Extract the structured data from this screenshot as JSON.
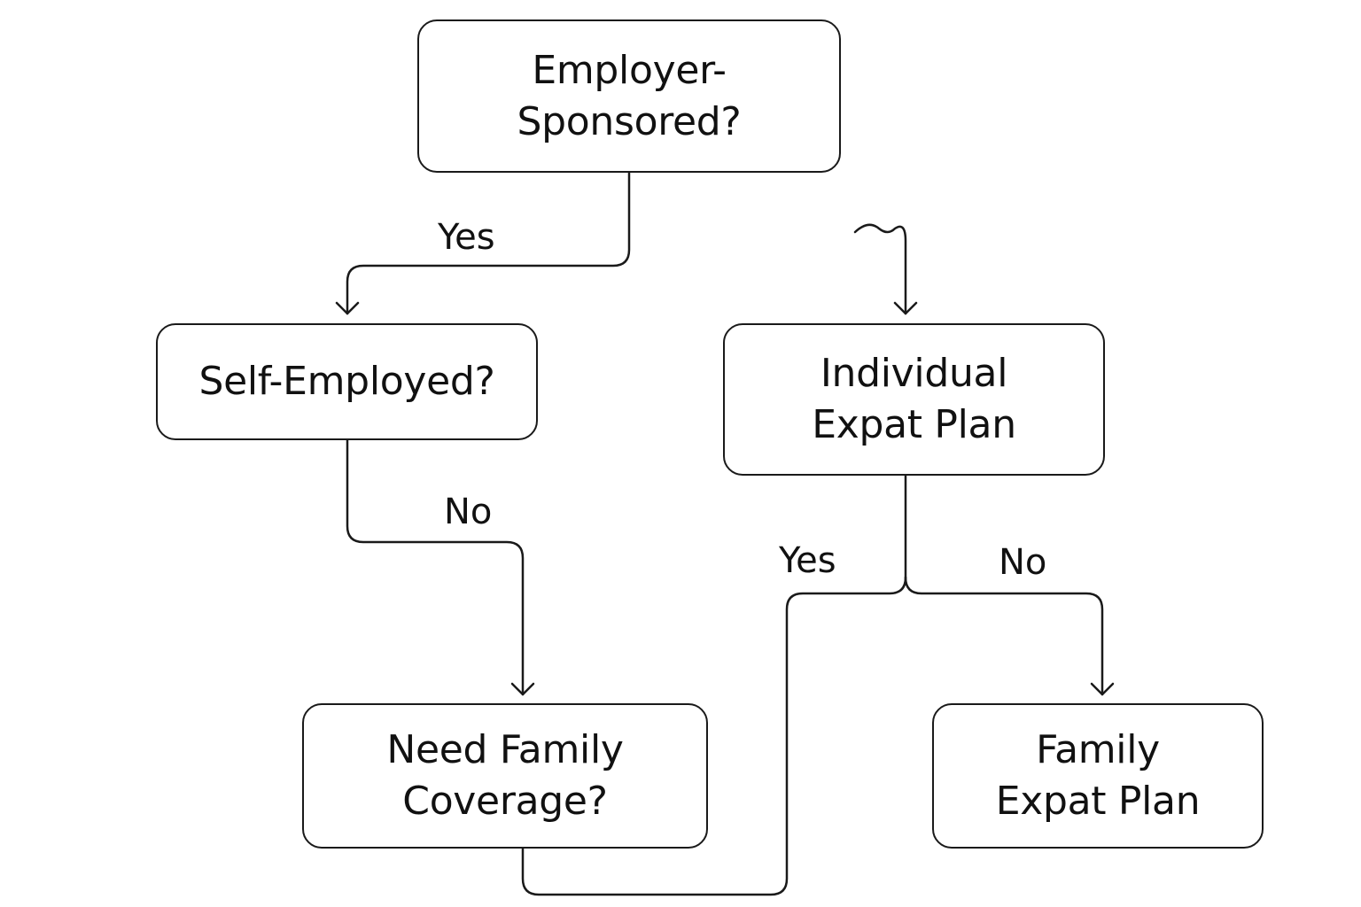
{
  "nodes": {
    "employer_sponsored": {
      "lines": [
        "Employer-",
        "Sponsored?"
      ]
    },
    "self_employed": {
      "lines": [
        "Self-Employed?"
      ]
    },
    "individual_expat_plan": {
      "lines": [
        "Individual",
        "Expat Plan"
      ]
    },
    "need_family_coverage": {
      "lines": [
        "Need Family",
        "Coverage?"
      ]
    },
    "family_expat_plan": {
      "lines": [
        "Family",
        "Expat Plan"
      ]
    }
  },
  "edge_labels": {
    "employer_yes": "Yes",
    "self_employed_no": "No",
    "individual_yes": "Yes",
    "individual_no": "No"
  },
  "colors": {
    "stroke": "#1a1a1a",
    "background": "#ffffff"
  }
}
